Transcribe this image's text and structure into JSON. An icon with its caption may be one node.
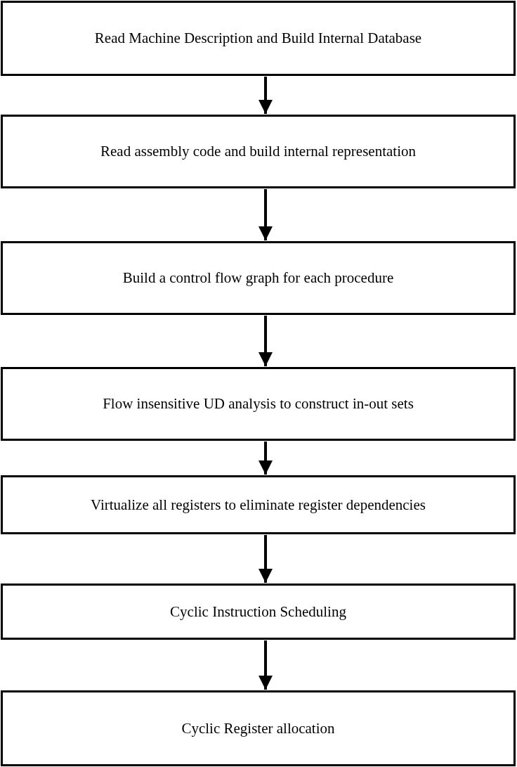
{
  "diagram": {
    "nodes": [
      {
        "text": [
          "Read Machine Description and Build Internal Database"
        ]
      },
      {
        "text": [
          "Read assembly code and build internal representation"
        ]
      },
      {
        "text": [
          "Build a control flow graph for each procedure"
        ]
      },
      {
        "text": [
          "Flow insensitive UD analysis to construct in-out sets"
        ]
      },
      {
        "text": [
          "Virtualize all registers to eliminate register dependencies"
        ]
      },
      {
        "text": [
          "Cyclic Instruction Scheduling"
        ]
      },
      {
        "text": [
          "Cyclic Register allocation"
        ]
      }
    ],
    "edges": [
      {
        "from": 0,
        "to": 1,
        "arrow": "to"
      },
      {
        "from": 1,
        "to": 2,
        "arrow": "to"
      },
      {
        "from": 2,
        "to": 3,
        "arrow": "to"
      },
      {
        "from": 3,
        "to": 4,
        "arrow": "to"
      },
      {
        "from": 4,
        "to": 5,
        "arrow": "to"
      },
      {
        "from": 5,
        "to": 6,
        "arrow": "to"
      }
    ]
  }
}
